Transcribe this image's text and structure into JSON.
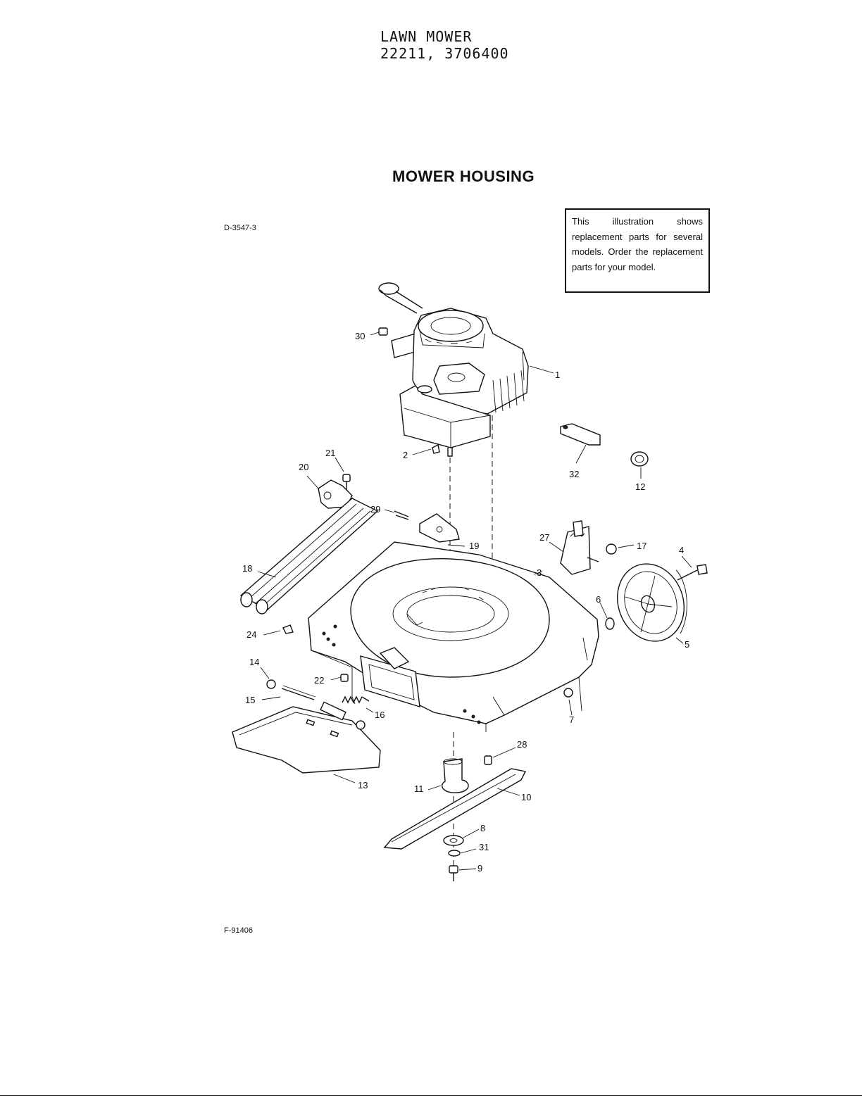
{
  "header": {
    "product": "LAWN MOWER",
    "models": "22211, 3706400"
  },
  "section_title": "MOWER HOUSING",
  "drawing_id": "D-3547-3",
  "notice": "This illustration shows replacement parts for several models. Order the replacement parts for your model.",
  "figure_id": "F-91406",
  "callouts": [
    "30",
    "1",
    "2",
    "32",
    "12",
    "21",
    "20",
    "29",
    "19",
    "27",
    "17",
    "4",
    "18",
    "3",
    "6",
    "5",
    "24",
    "14",
    "22",
    "15",
    "16",
    "7",
    "28",
    "13",
    "11",
    "10",
    "8",
    "31",
    "9"
  ]
}
